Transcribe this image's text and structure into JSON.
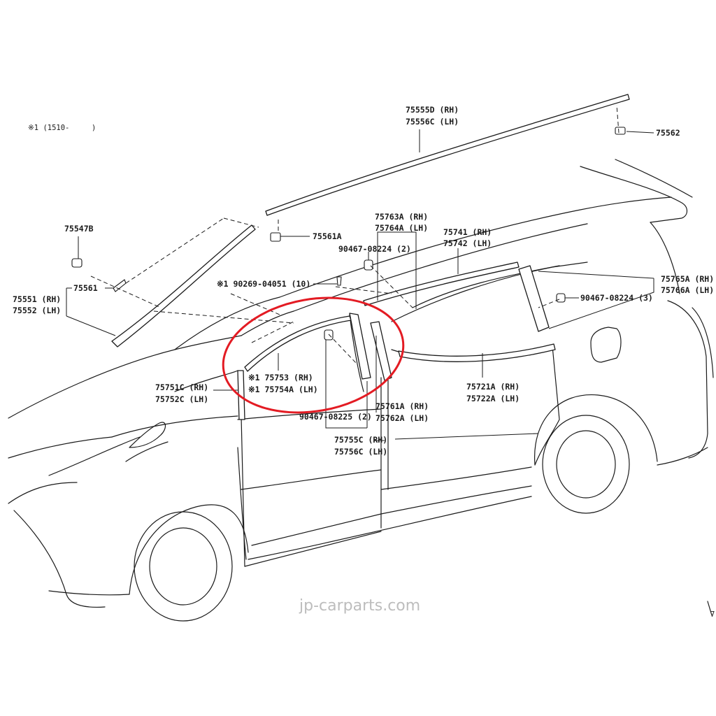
{
  "note": "※1 (1510-     )",
  "labels": {
    "p75555d": "75555D (RH)",
    "p75556c": "75556C (LH)",
    "p75562": "75562",
    "p75547b": "75547B",
    "p75561a": "75561A",
    "p75763a": "75763A (RH)",
    "p75764a": "75764A (LH)",
    "p90467_08224a": "90467-08224 (2)",
    "p75741": "75741 (RH)",
    "p75742": "75742 (LH)",
    "p75765a": "75765A (RH)",
    "p75766a": "75766A (LH)",
    "p90467_08224b": "90467-08224 (3)",
    "p90269": "※1 90269-04051 (10)",
    "p75561": "75561",
    "p75551": "75551 (RH)",
    "p75552": "75552 (LH)",
    "p75753": "※1 75753 (RH)",
    "p75754a": "※1 75754A (LH)",
    "p75751c": "75751C (RH)",
    "p75752c": "75752C (LH)",
    "p90467_08225": "90467-08225 (2)",
    "p75761a": "75761A (RH)",
    "p75762a": "75762A (LH)",
    "p75721a": "75721A (RH)",
    "p75722a": "75722A (LH)",
    "p75755c": "75755C (RH)",
    "p75756c": "75756C (LH)",
    "corner": "7"
  },
  "watermark": "jp-carparts.com",
  "colors": {
    "highlight": "#e31b23",
    "ink": "#1a1a1a",
    "watermark": "#bdbdbd"
  }
}
